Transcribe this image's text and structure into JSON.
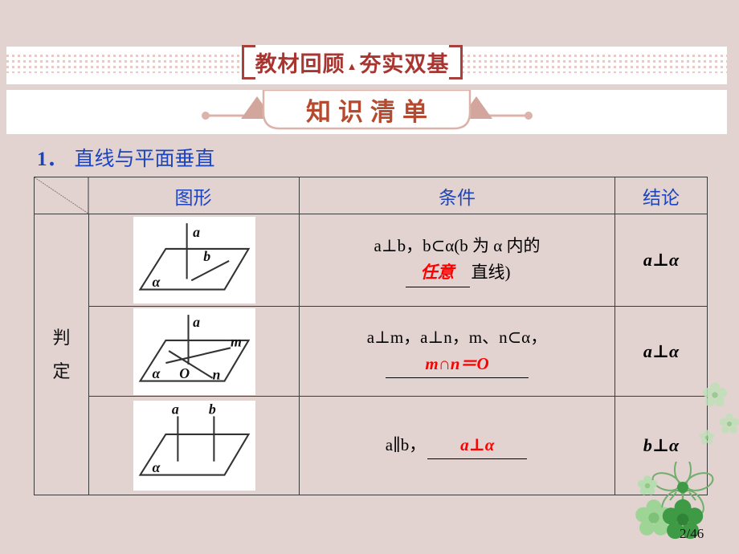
{
  "slide": {
    "background_color": "#e2d2d0",
    "accent_red": "#a8352f",
    "ribbon_text_color": "#b54a2e",
    "heading_blue": "#1b45c0",
    "blank_red": "#ff0000"
  },
  "top_title": {
    "text_left": "教材回顾",
    "separator": "▲",
    "text_right": "夯实双基"
  },
  "ribbon": {
    "label": "知识清单"
  },
  "heading": {
    "number": "1．",
    "text": "直线与平面垂直"
  },
  "table": {
    "headers": {
      "corner": "",
      "figure": "图形",
      "condition": "条件",
      "conclusion": "结论"
    },
    "row_group_label": "判定",
    "row_group_label_chars": [
      "判",
      "定"
    ],
    "rows": [
      {
        "figure_id": "figure-perpendicular-any-line",
        "condition_line1": "a⊥b，b⊂α(b 为 α 内的",
        "condition_blank": "任意",
        "condition_tail": "直线)",
        "conclusion": "a⊥α"
      },
      {
        "figure_id": "figure-two-intersecting-lines",
        "condition_line1": "a⊥m，a⊥n，m、n⊂α，",
        "condition_blank": "m∩n＝O",
        "condition_tail": "",
        "conclusion": "a⊥α"
      },
      {
        "figure_id": "figure-parallel-lines",
        "condition_line1": "a∥b，",
        "condition_blank": "a⊥α",
        "condition_tail": "",
        "conclusion": "b⊥α"
      }
    ]
  },
  "figures": {
    "fig1": {
      "label_a": "a",
      "label_b": "b",
      "label_alpha": "α"
    },
    "fig2": {
      "label_a": "a",
      "label_m": "m",
      "label_n": "n",
      "label_o": "O",
      "label_alpha": "α"
    },
    "fig3": {
      "label_a": "a",
      "label_b": "b",
      "label_alpha": "α"
    }
  },
  "footer": {
    "page_number": "2/46"
  }
}
